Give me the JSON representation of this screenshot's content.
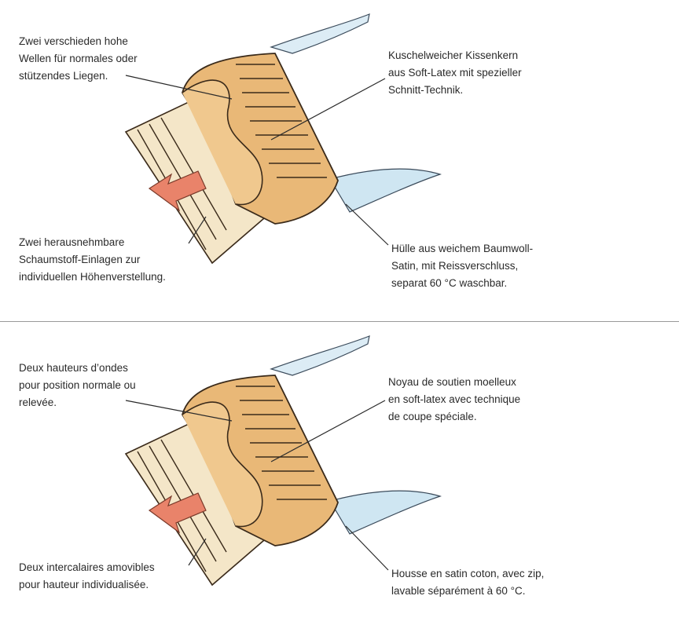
{
  "panels": [
    {
      "language": "de",
      "labels": {
        "waves": [
          "Zwei verschieden hohe",
          "Wellen für normales oder",
          "stützendes Liegen."
        ],
        "core": [
          "Kuschelweicher Kissenkern",
          "aus Soft-Latex mit spezieller",
          "Schnitt-Technik."
        ],
        "inserts": [
          "Zwei herausnehmbare",
          "Schaumstoff-Einlagen zur",
          "individuellen Höhenverstellung."
        ],
        "cover": [
          "Hülle aus weichem Baumwoll-",
          "Satin, mit Reissverschluss,",
          "separat 60 °C waschbar."
        ]
      }
    },
    {
      "language": "fr",
      "labels": {
        "waves": [
          "Deux hauteurs d’ondes",
          "pour position normale ou",
          "relevée."
        ],
        "core": [
          "Noyau de soutien moelleux",
          "en soft-latex avec technique",
          "de coupe spéciale."
        ],
        "inserts": [
          "Deux intercalaires amovibles",
          "pour hauteur individualisée."
        ],
        "cover": [
          "Housse en satin coton, avec zip,",
          "lavable séparément à 60 °C."
        ]
      }
    }
  ],
  "colors": {
    "latex_core": "#e9b877",
    "latex_outline": "#3a2a1a",
    "foam_insert": "#f4e6c8",
    "cover_fabric": "#cfe6f2",
    "arrow": "#e9836a",
    "text": "#2a2a2a",
    "divider": "#9a9a9a"
  }
}
